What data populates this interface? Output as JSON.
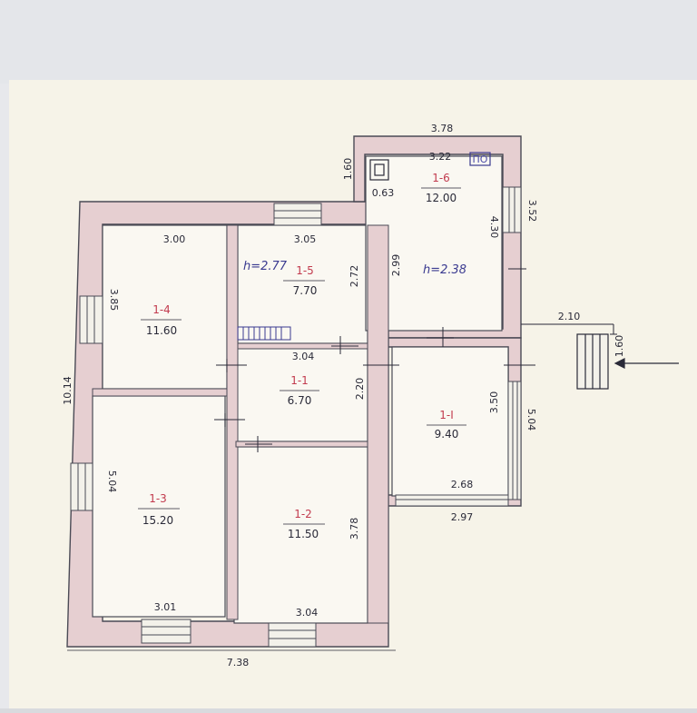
{
  "plan": {
    "rooms": [
      {
        "id": "1-1",
        "area": "6.70"
      },
      {
        "id": "1-2",
        "area": "11.50"
      },
      {
        "id": "1-3",
        "area": "15.20"
      },
      {
        "id": "1-4",
        "area": "11.60"
      },
      {
        "id": "1-5",
        "area": "7.70"
      },
      {
        "id": "1-6",
        "area": "12.00"
      },
      {
        "id": "1-I",
        "area": "9.40"
      }
    ],
    "heights": {
      "room_15": "h=2.77",
      "room_16": "h=2.38"
    },
    "dimensions": {
      "total_width": "7.38",
      "left_height": "10.14",
      "annex_width": "3.78",
      "annex_inner_width": "3.22",
      "annex_side": "1.60",
      "annex_offset": "0.63",
      "annex_right_small": "3.52",
      "room16_height": "4.30",
      "room16_left": "2.99",
      "room14_width": "3.00",
      "room14_height": "3.85",
      "room15_width": "3.05",
      "room15_height": "2.72",
      "room11_width": "3.04",
      "room11_height": "2.20",
      "room13_height": "5.04",
      "room13_bottom": "3.01",
      "room12_bottom": "3.04",
      "room12_height": "3.78",
      "porch_height": "3.50",
      "porch_outer_height": "5.04",
      "porch_inner_width": "2.68",
      "porch_outer_width": "2.97",
      "steps_offset": "2.10",
      "steps_height": "1.60"
    },
    "stove_label": "ПО"
  }
}
